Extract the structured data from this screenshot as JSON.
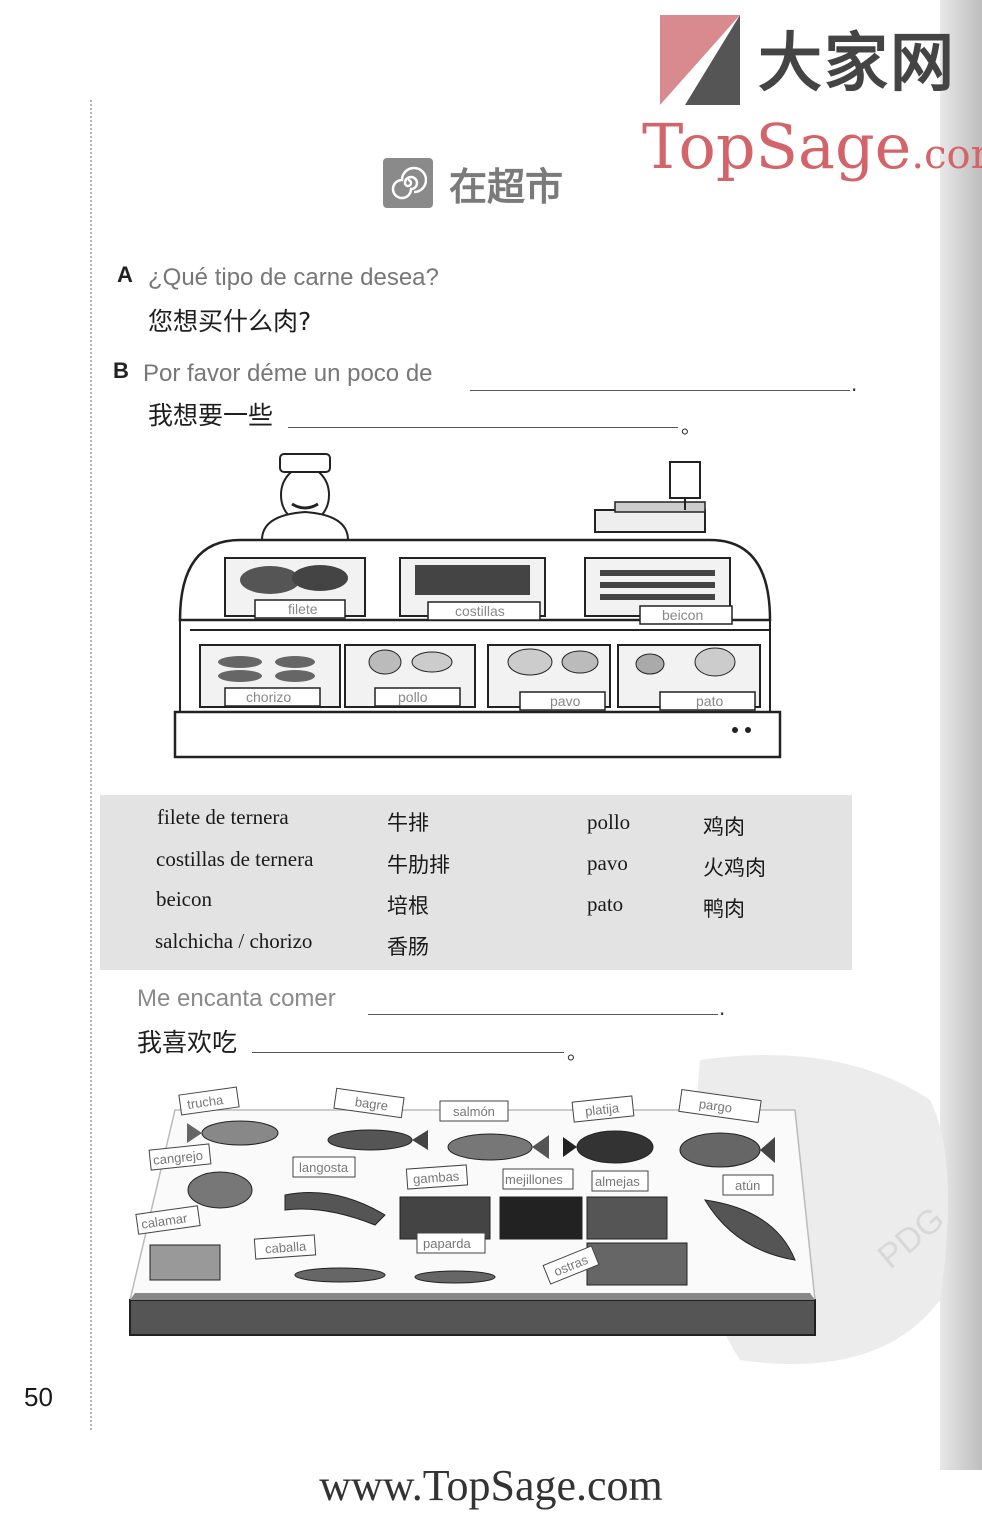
{
  "logo": {
    "cn": "大家网",
    "en_main": "TopSage",
    "en_suffix": ".com"
  },
  "title": "在超市",
  "section_a": {
    "marker": "A",
    "question_es": "¿Qué tipo de carne desea?",
    "question_zh": "您想买什么肉?"
  },
  "section_b": {
    "marker": "B",
    "prompt_es": "Por favor déme un poco de",
    "prompt_es_end": ".",
    "prompt_zh": "我想要一些",
    "prompt_zh_end": "。"
  },
  "meat_counter": {
    "labels": [
      "filete",
      "costillas",
      "beicon",
      "chorizo",
      "pollo",
      "pavo",
      "pato"
    ]
  },
  "vocab": {
    "left": [
      {
        "es": "filete de ternera",
        "zh": "牛排"
      },
      {
        "es": "costillas de ternera",
        "zh": "牛肋排"
      },
      {
        "es": "beicon",
        "zh": "培根"
      },
      {
        "es": "salchicha / chorizo",
        "zh": "香肠"
      }
    ],
    "right": [
      {
        "es": "pollo",
        "zh": "鸡肉"
      },
      {
        "es": "pavo",
        "zh": "火鸡肉"
      },
      {
        "es": "pato",
        "zh": "鸭肉"
      }
    ]
  },
  "section_c": {
    "prompt_es": "Me encanta comer",
    "prompt_es_end": ".",
    "prompt_zh": "我喜欢吃",
    "prompt_zh_end": "。"
  },
  "fish_counter": {
    "labels": [
      "trucha",
      "bagre",
      "salmón",
      "platija",
      "pargo",
      "cangrejo",
      "langosta",
      "gambas",
      "mejillones",
      "almejas",
      "atún",
      "calamar",
      "caballa",
      "paparda",
      "ostras"
    ]
  },
  "watermark": "PDG",
  "page_number": "50",
  "footer_url": "www.TopSage.com"
}
